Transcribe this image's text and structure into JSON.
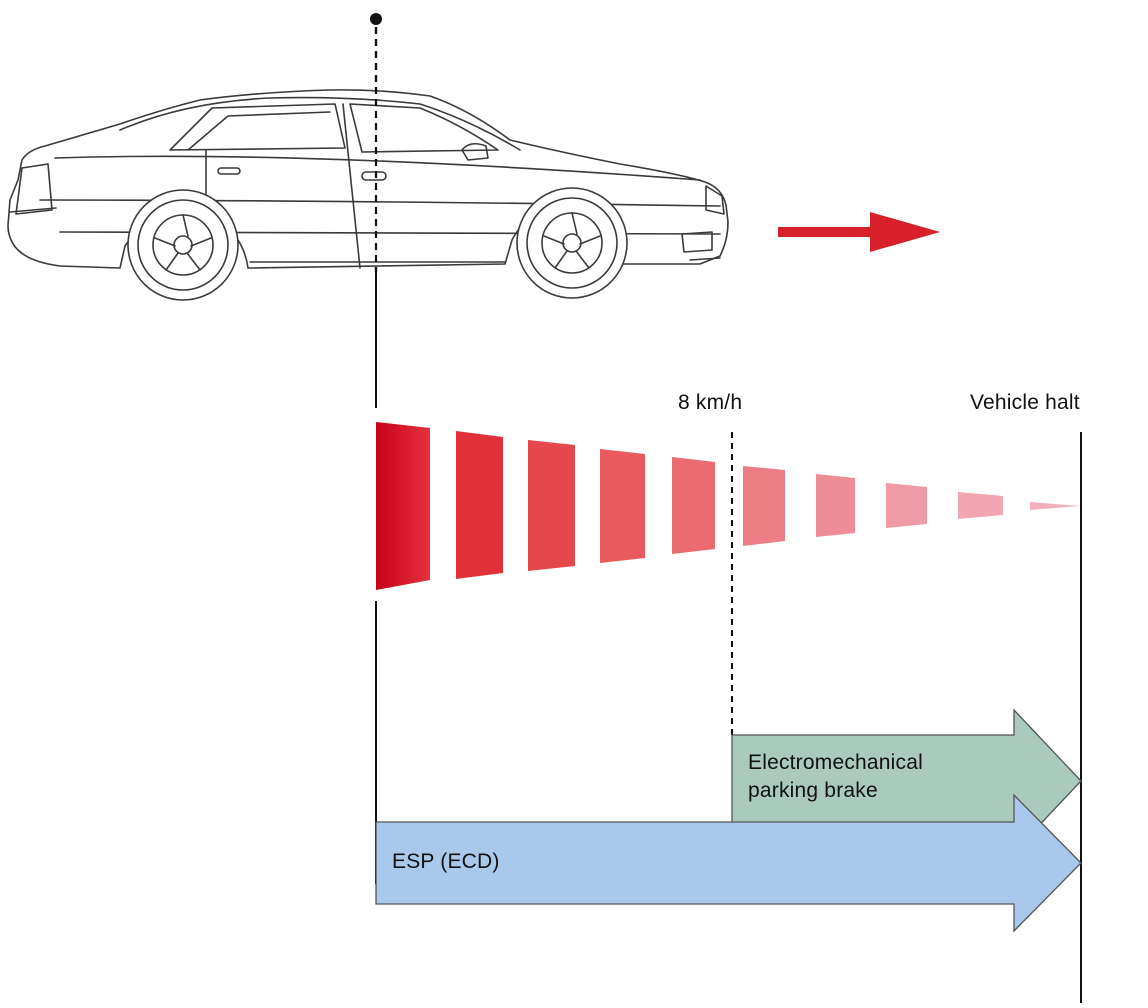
{
  "labels": {
    "speed_threshold": "8 km/h",
    "vehicle_halt": "Vehicle halt",
    "epb_line1": "Electromechanical",
    "epb_line2": "parking brake",
    "esp": "ESP (ECD)"
  },
  "icons": {
    "car": "car-side-view-icon",
    "direction": "arrow-right-icon"
  },
  "colors": {
    "direction_arrow": "#d8202a",
    "braking_bars_start": "#d40d1e",
    "braking_bars_end": "#f2a9b6",
    "epb_arrow_fill": "#a9cabd",
    "esp_arrow_fill": "#a8c9ec",
    "line": "#111111"
  }
}
